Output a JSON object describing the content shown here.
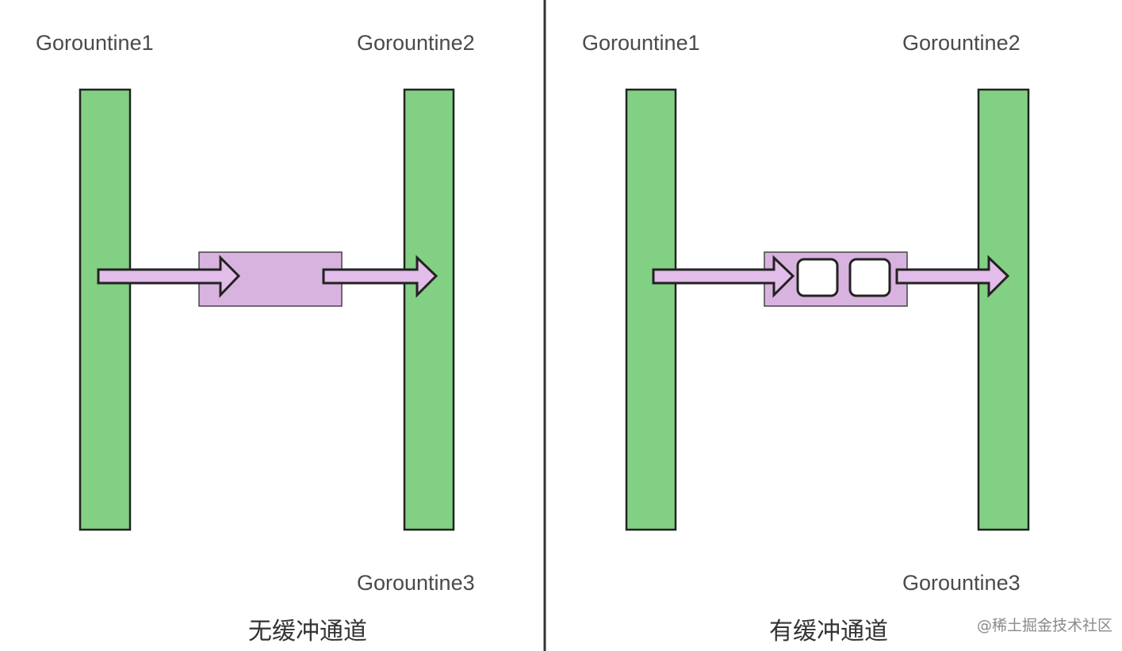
{
  "left_panel": {
    "g1": "Gorountine1",
    "g2": "Gorountine2",
    "g3": "Gorountine3",
    "caption": "无缓冲通道"
  },
  "right_panel": {
    "g1": "Gorountine1",
    "g2": "Gorountine2",
    "g3": "Gorountine3",
    "caption": "有缓冲通道"
  },
  "watermark": "@稀土掘金技术社区",
  "colors": {
    "goroutine_bar": "#82d084",
    "channel": "#d9b3e0",
    "arrow": "#e3bde9",
    "outline": "#222222",
    "divider": "#333333"
  }
}
